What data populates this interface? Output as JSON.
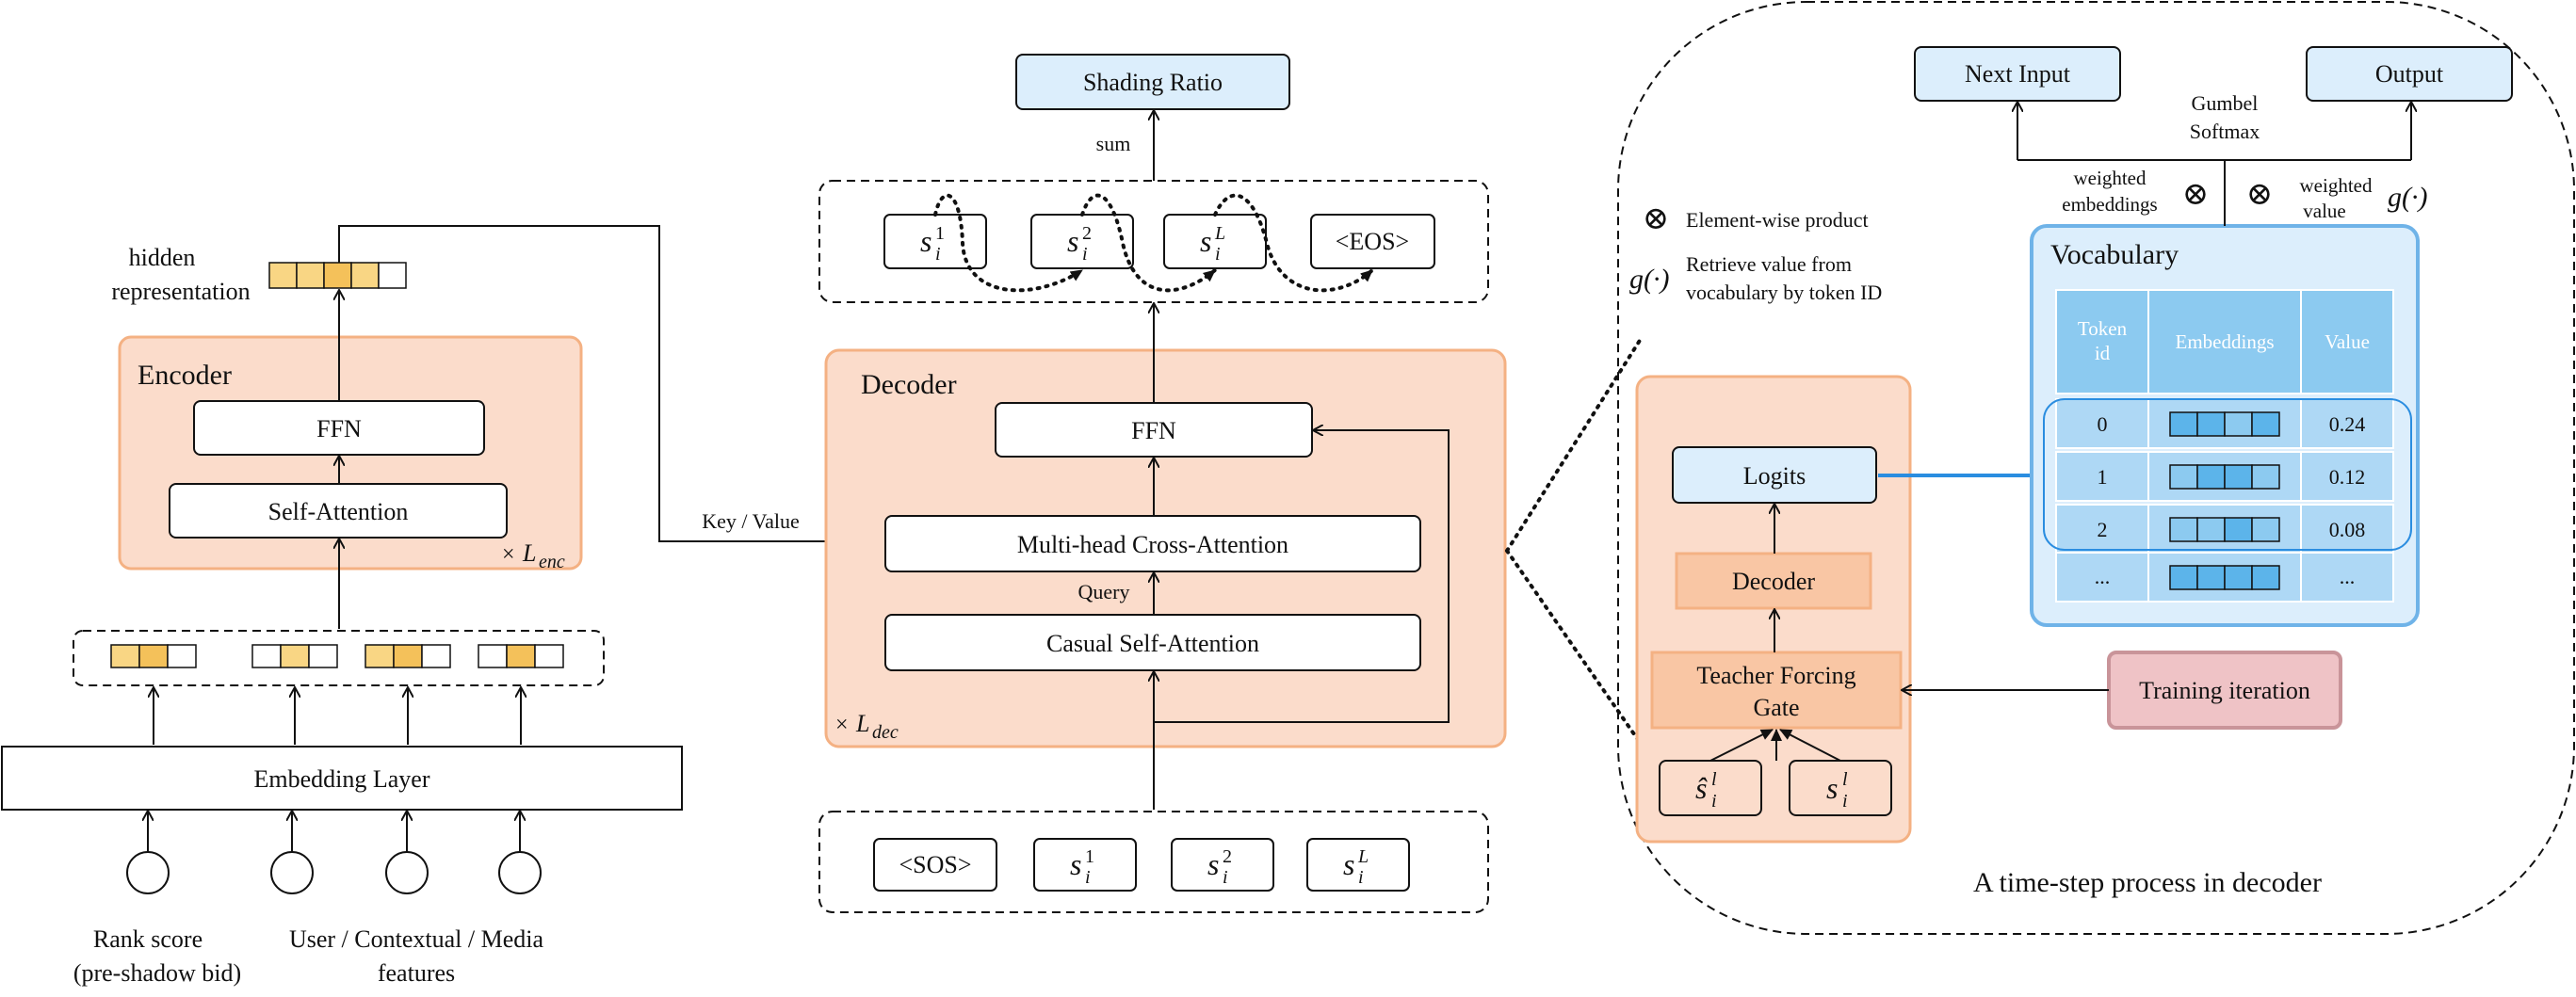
{
  "encoder": {
    "title": "Encoder",
    "ffn": "FFN",
    "self_attention": "Self-Attention",
    "repeat_x": "×",
    "repeat_sym": "L",
    "repeat_sub": "enc",
    "hidden_line1": "hidden",
    "hidden_line2": "representation",
    "embedding_layer": "Embedding Layer",
    "input1_line1": "Rank score",
    "input1_line2": "(pre-shadow bid)",
    "input2_line1": "User / Contextual / Media",
    "input2_line2": "features"
  },
  "decoder": {
    "title": "Decoder",
    "ffn": "FFN",
    "cross_attention": "Multi-head Cross-Attention",
    "self_attention": "Casual Self-Attention",
    "query": "Query",
    "key_value": "Key / Value",
    "repeat_x": "×",
    "repeat_sym": "L",
    "repeat_sub": "dec",
    "output": "Shading Ratio",
    "sum": "sum",
    "tok_sym": "s",
    "tok_sub": "i",
    "sup1": "1",
    "sup2": "2",
    "supL": "L",
    "eos": "<EOS>",
    "sos": "<SOS>"
  },
  "timestep": {
    "caption": "A time-step process in decoder",
    "legend_product": "Element-wise product",
    "legend_g_line1": "Retrieve value from",
    "legend_g_line2": "vocabulary by token ID",
    "g_fn": "g(·)",
    "logits": "Logits",
    "decoder": "Decoder",
    "tf_gate_line1": "Teacher Forcing",
    "tf_gate_line2": "Gate",
    "hat_s": "ŝ",
    "s": "s",
    "sub_i": "i",
    "sup_l": "l",
    "training_iteration": "Training iteration",
    "next_input": "Next Input",
    "output": "Output",
    "gumbel_line1": "Gumbel",
    "gumbel_line2": "Softmax",
    "weighted_emb_line1": "weighted",
    "weighted_emb_line2": "embeddings",
    "weighted_val_line1": "weighted",
    "weighted_val_line2": "value",
    "otimes": "⊗"
  },
  "vocabulary": {
    "title": "Vocabulary",
    "header_token_line1": "Token",
    "header_token_line2": "id",
    "header_embeddings": "Embeddings",
    "header_value": "Value",
    "rows": [
      {
        "id": "0",
        "value": "0.24"
      },
      {
        "id": "1",
        "value": "0.12"
      },
      {
        "id": "2",
        "value": "0.08"
      },
      {
        "id": "...",
        "value": "..."
      }
    ]
  },
  "colors": {
    "orange_fill": "#fbdccb",
    "orange_stroke": "#f4b183",
    "blue_fill": "#dceefc",
    "blue_stroke": "#6fb3e8",
    "cell_fill": "#aed8f5",
    "cell_dark": "#5cb4ea",
    "header_fill": "#8ccaf0",
    "pink_fill": "#efc3c6",
    "pink_stroke": "#c99499",
    "gold": "#f9d684",
    "gold_dark": "#f4c15a",
    "arrow_blue": "#2a8de0"
  }
}
